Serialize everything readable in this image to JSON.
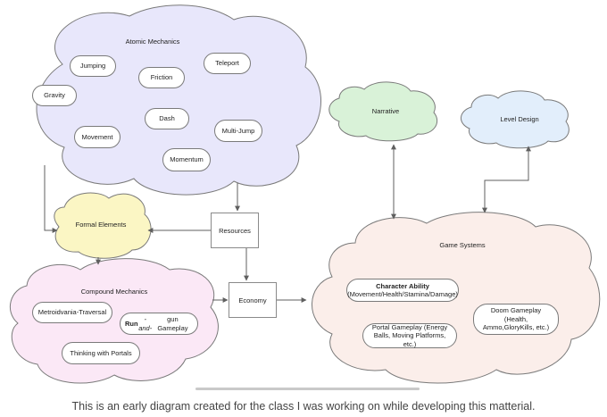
{
  "colors": {
    "atomic_fill": "#e8e7fb",
    "formal_fill": "#fbf6c4",
    "compound_fill": "#fbe8f6",
    "narrative_fill": "#d9f2d8",
    "level_fill": "#e2eefb",
    "systems_fill": "#fbeeea",
    "stroke": "#7a7a7a",
    "arrow": "#5f5f5f"
  },
  "clouds": {
    "atomic": "Atomic Mechanics",
    "formal": "Formal Elements",
    "compound": "Compound Mechanics",
    "narrative": "Narrative",
    "level_design": "Level Design",
    "game_systems": "Game Systems"
  },
  "atomic_items": {
    "jumping": "Jumping",
    "friction": "Friction",
    "teleport": "Teleport",
    "gravity": "Gravity",
    "dash": "Dash",
    "movement": "Movement",
    "multi_jump": "Multi-Jump",
    "momentum": "Momentum"
  },
  "compound_items": {
    "metroidvania": "Metroidvania-Traversal",
    "run_gun_bold": "Run",
    "run_gun_italic": "-and-",
    "run_gun_rest": "gun Gameplay",
    "portals": "Thinking with Portals"
  },
  "boxes": {
    "resources": "Resources",
    "economy": "Economy"
  },
  "systems_items": {
    "character_title": "Character Ability",
    "character_detail": "(Movement/Health/Stamina/Damage)",
    "portal_gameplay": "Portal Gameplay (Energy Balls, Moving Platforms, etc.)",
    "doom_gameplay": "Doom Gameplay (Health, Ammo,GloryKills, etc.)"
  },
  "caption": "This is an early diagram created for the class I was working on while developing this matterial."
}
